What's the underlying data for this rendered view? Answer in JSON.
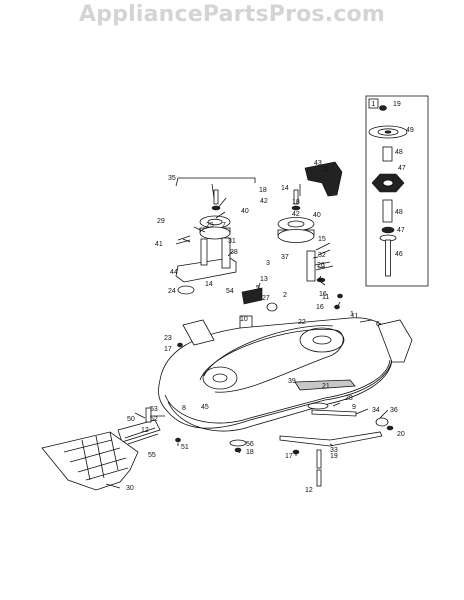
{
  "watermark": "AppliancePartsPros.com",
  "inset_box_label": "1",
  "callouts": [
    {
      "n": "19"
    },
    {
      "n": "49"
    },
    {
      "n": "48"
    },
    {
      "n": "47"
    },
    {
      "n": "48"
    },
    {
      "n": "47"
    },
    {
      "n": "46"
    },
    {
      "n": "43"
    },
    {
      "n": "11"
    },
    {
      "n": "35"
    },
    {
      "n": "18"
    },
    {
      "n": "42"
    },
    {
      "n": "14"
    },
    {
      "n": "18"
    },
    {
      "n": "42"
    },
    {
      "n": "40"
    },
    {
      "n": "40"
    },
    {
      "n": "29"
    },
    {
      "n": "25"
    },
    {
      "n": "7"
    },
    {
      "n": "31"
    },
    {
      "n": "41"
    },
    {
      "n": "38"
    },
    {
      "n": "15"
    },
    {
      "n": "37"
    },
    {
      "n": "32"
    },
    {
      "n": "44"
    },
    {
      "n": "3"
    },
    {
      "n": "26"
    },
    {
      "n": "13"
    },
    {
      "n": "4"
    },
    {
      "n": "14"
    },
    {
      "n": "16"
    },
    {
      "n": "24"
    },
    {
      "n": "54"
    },
    {
      "n": "5"
    },
    {
      "n": "11"
    },
    {
      "n": "27"
    },
    {
      "n": "2"
    },
    {
      "n": "10"
    },
    {
      "n": "16"
    },
    {
      "n": "22"
    },
    {
      "n": "1"
    },
    {
      "n": "11"
    },
    {
      "n": "6"
    },
    {
      "n": "23"
    },
    {
      "n": "17"
    },
    {
      "n": "39"
    },
    {
      "n": "21"
    },
    {
      "n": "28"
    },
    {
      "n": "9"
    },
    {
      "n": "34"
    },
    {
      "n": "36"
    },
    {
      "n": "20"
    },
    {
      "n": "8"
    },
    {
      "n": "45"
    },
    {
      "n": "53"
    },
    {
      "n": "50"
    },
    {
      "n": "52"
    },
    {
      "n": "12"
    },
    {
      "n": "55"
    },
    {
      "n": "51"
    },
    {
      "n": "56"
    },
    {
      "n": "18"
    },
    {
      "n": "17"
    },
    {
      "n": "19"
    },
    {
      "n": "33"
    },
    {
      "n": "12"
    },
    {
      "n": "30"
    }
  ]
}
